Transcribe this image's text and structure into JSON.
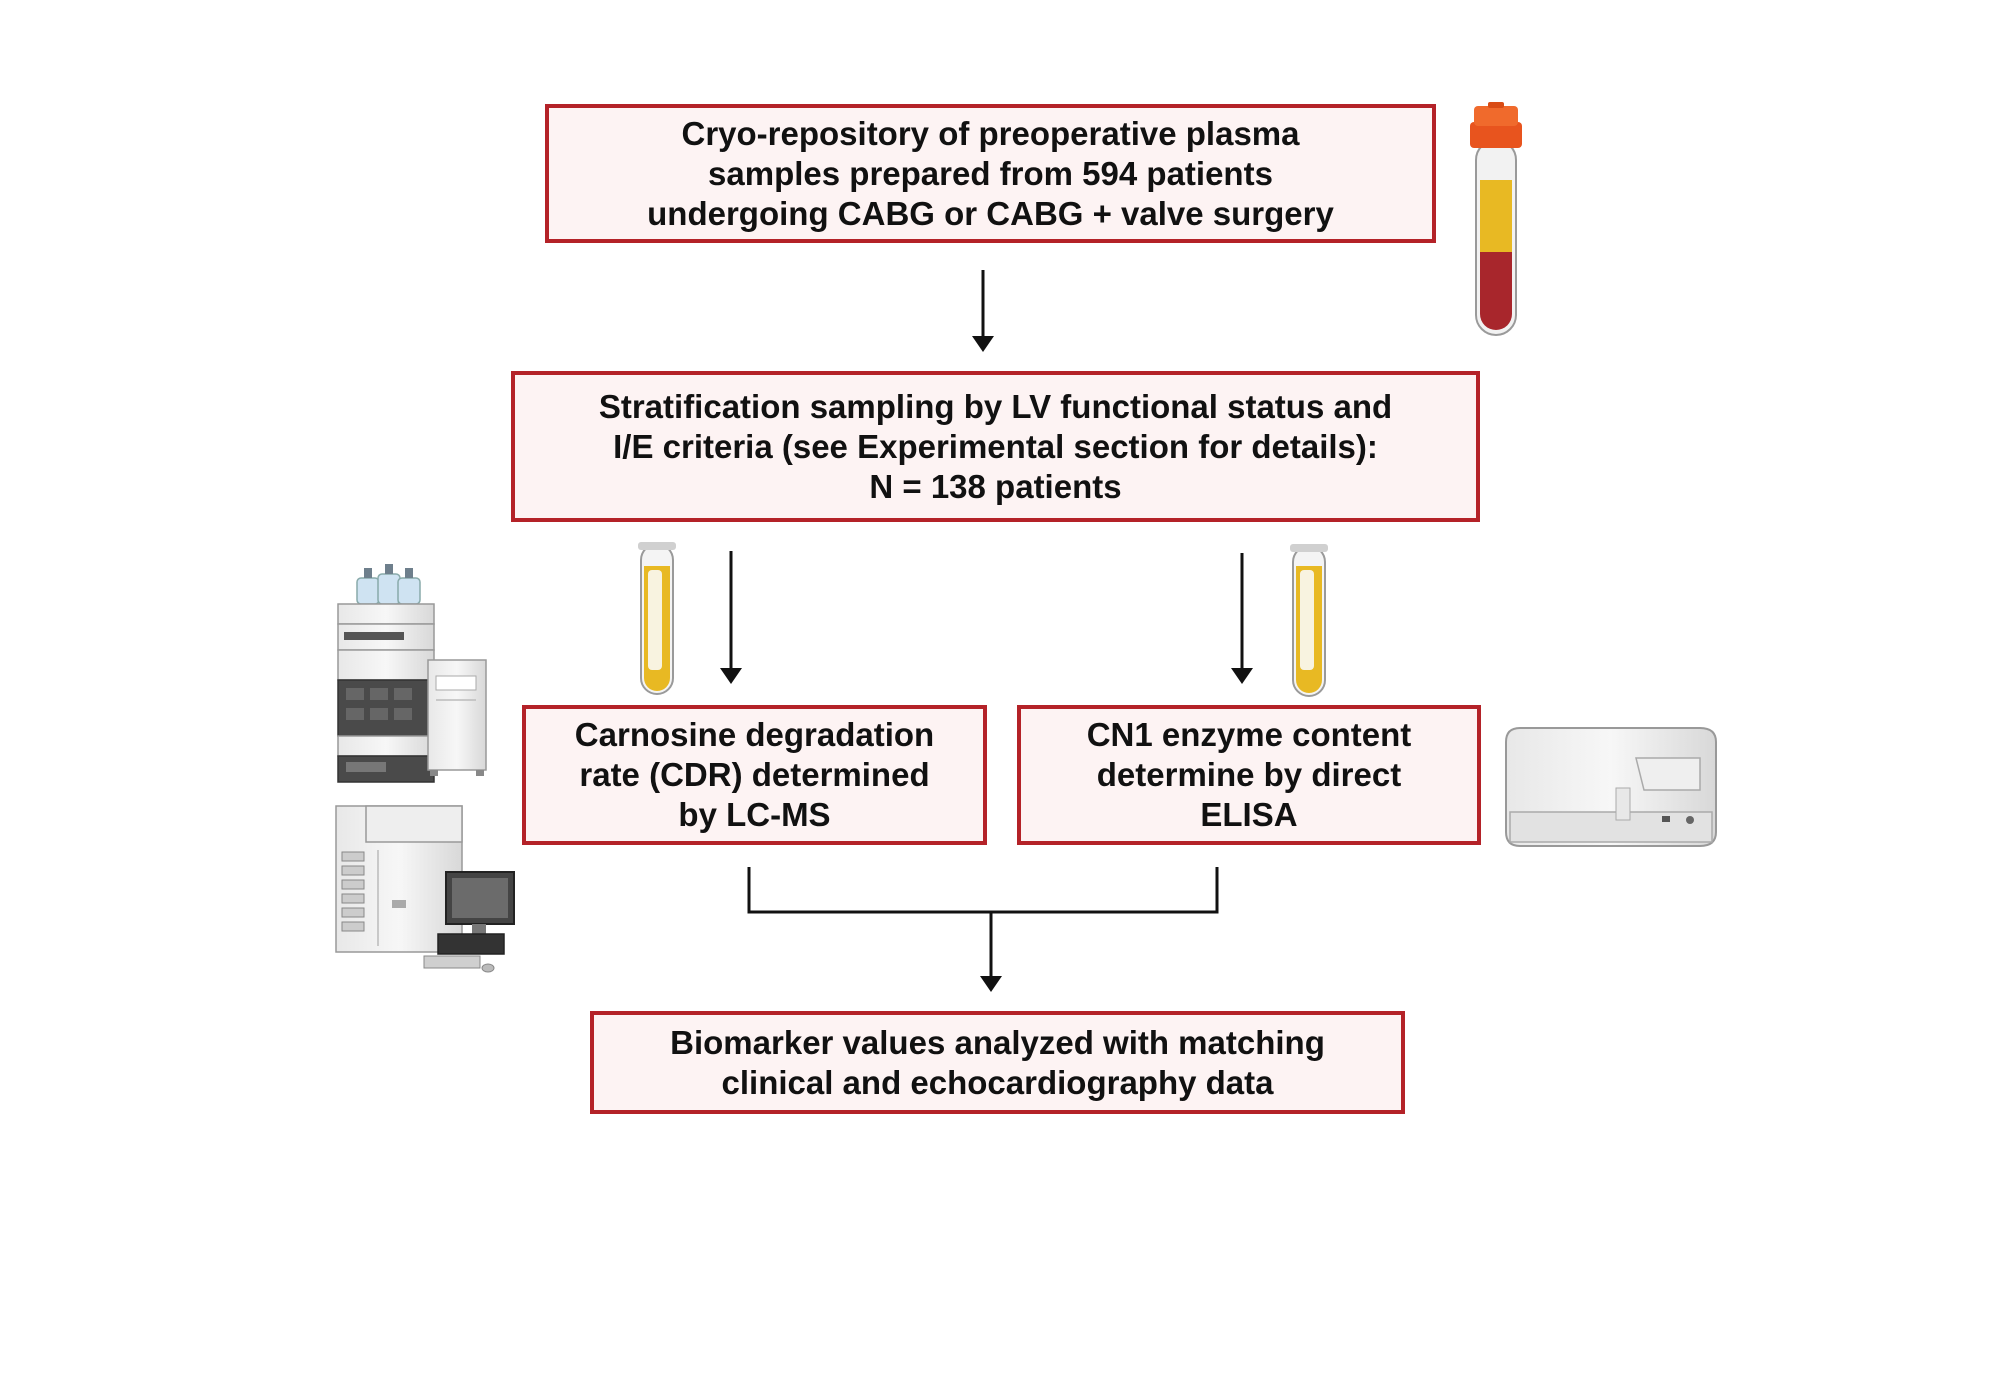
{
  "boxes": {
    "repository": {
      "lines": [
        "Cryo-repository of preoperative plasma",
        "samples prepared from 594 patients",
        "undergoing CABG or CABG + valve surgery"
      ]
    },
    "stratification": {
      "lines": [
        "Stratification sampling by LV functional status and",
        "I/E criteria (see Experimental section for details):",
        "N = 138 patients"
      ]
    },
    "cdr": {
      "lines": [
        "Carnosine degradation",
        "rate (CDR) determined",
        "by LC-MS"
      ]
    },
    "cn1": {
      "lines": [
        "CN1 enzyme content",
        "determine by direct",
        "ELISA"
      ]
    },
    "biomarker": {
      "lines": [
        "Biomarker values analyzed with matching",
        "clinical and echocardiography data"
      ]
    }
  },
  "colors": {
    "box_border": "#b42228",
    "box_fill": "#fdf3f3",
    "arrow": "#111111",
    "plasma": "#e8b923",
    "blood": "#a8262c",
    "cap": "#e8541e"
  },
  "icons": [
    "blood-tube-icon",
    "plasma-tube-icon",
    "hplc-system-icon",
    "mass-spectrometer-icon",
    "computer-icon",
    "plate-reader-icon"
  ]
}
